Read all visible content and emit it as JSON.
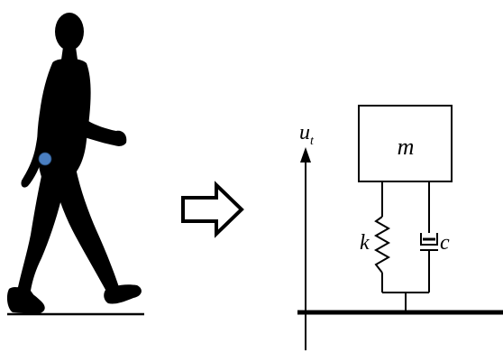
{
  "colors": {
    "ink": "#000000",
    "background": "#ffffff",
    "sensor_dot": "#4a7fc1"
  },
  "figure": {
    "left_panel": {
      "subject": "walking-person-silhouette",
      "marker": "sensor-dot-at-hip"
    },
    "transition_arrow": {
      "icon": "hollow-right-arrow"
    },
    "model": {
      "mass_label": "m",
      "spring_label": "k",
      "damper_label": "c",
      "axis_label_main": "u",
      "axis_label_subscript": "t"
    }
  }
}
